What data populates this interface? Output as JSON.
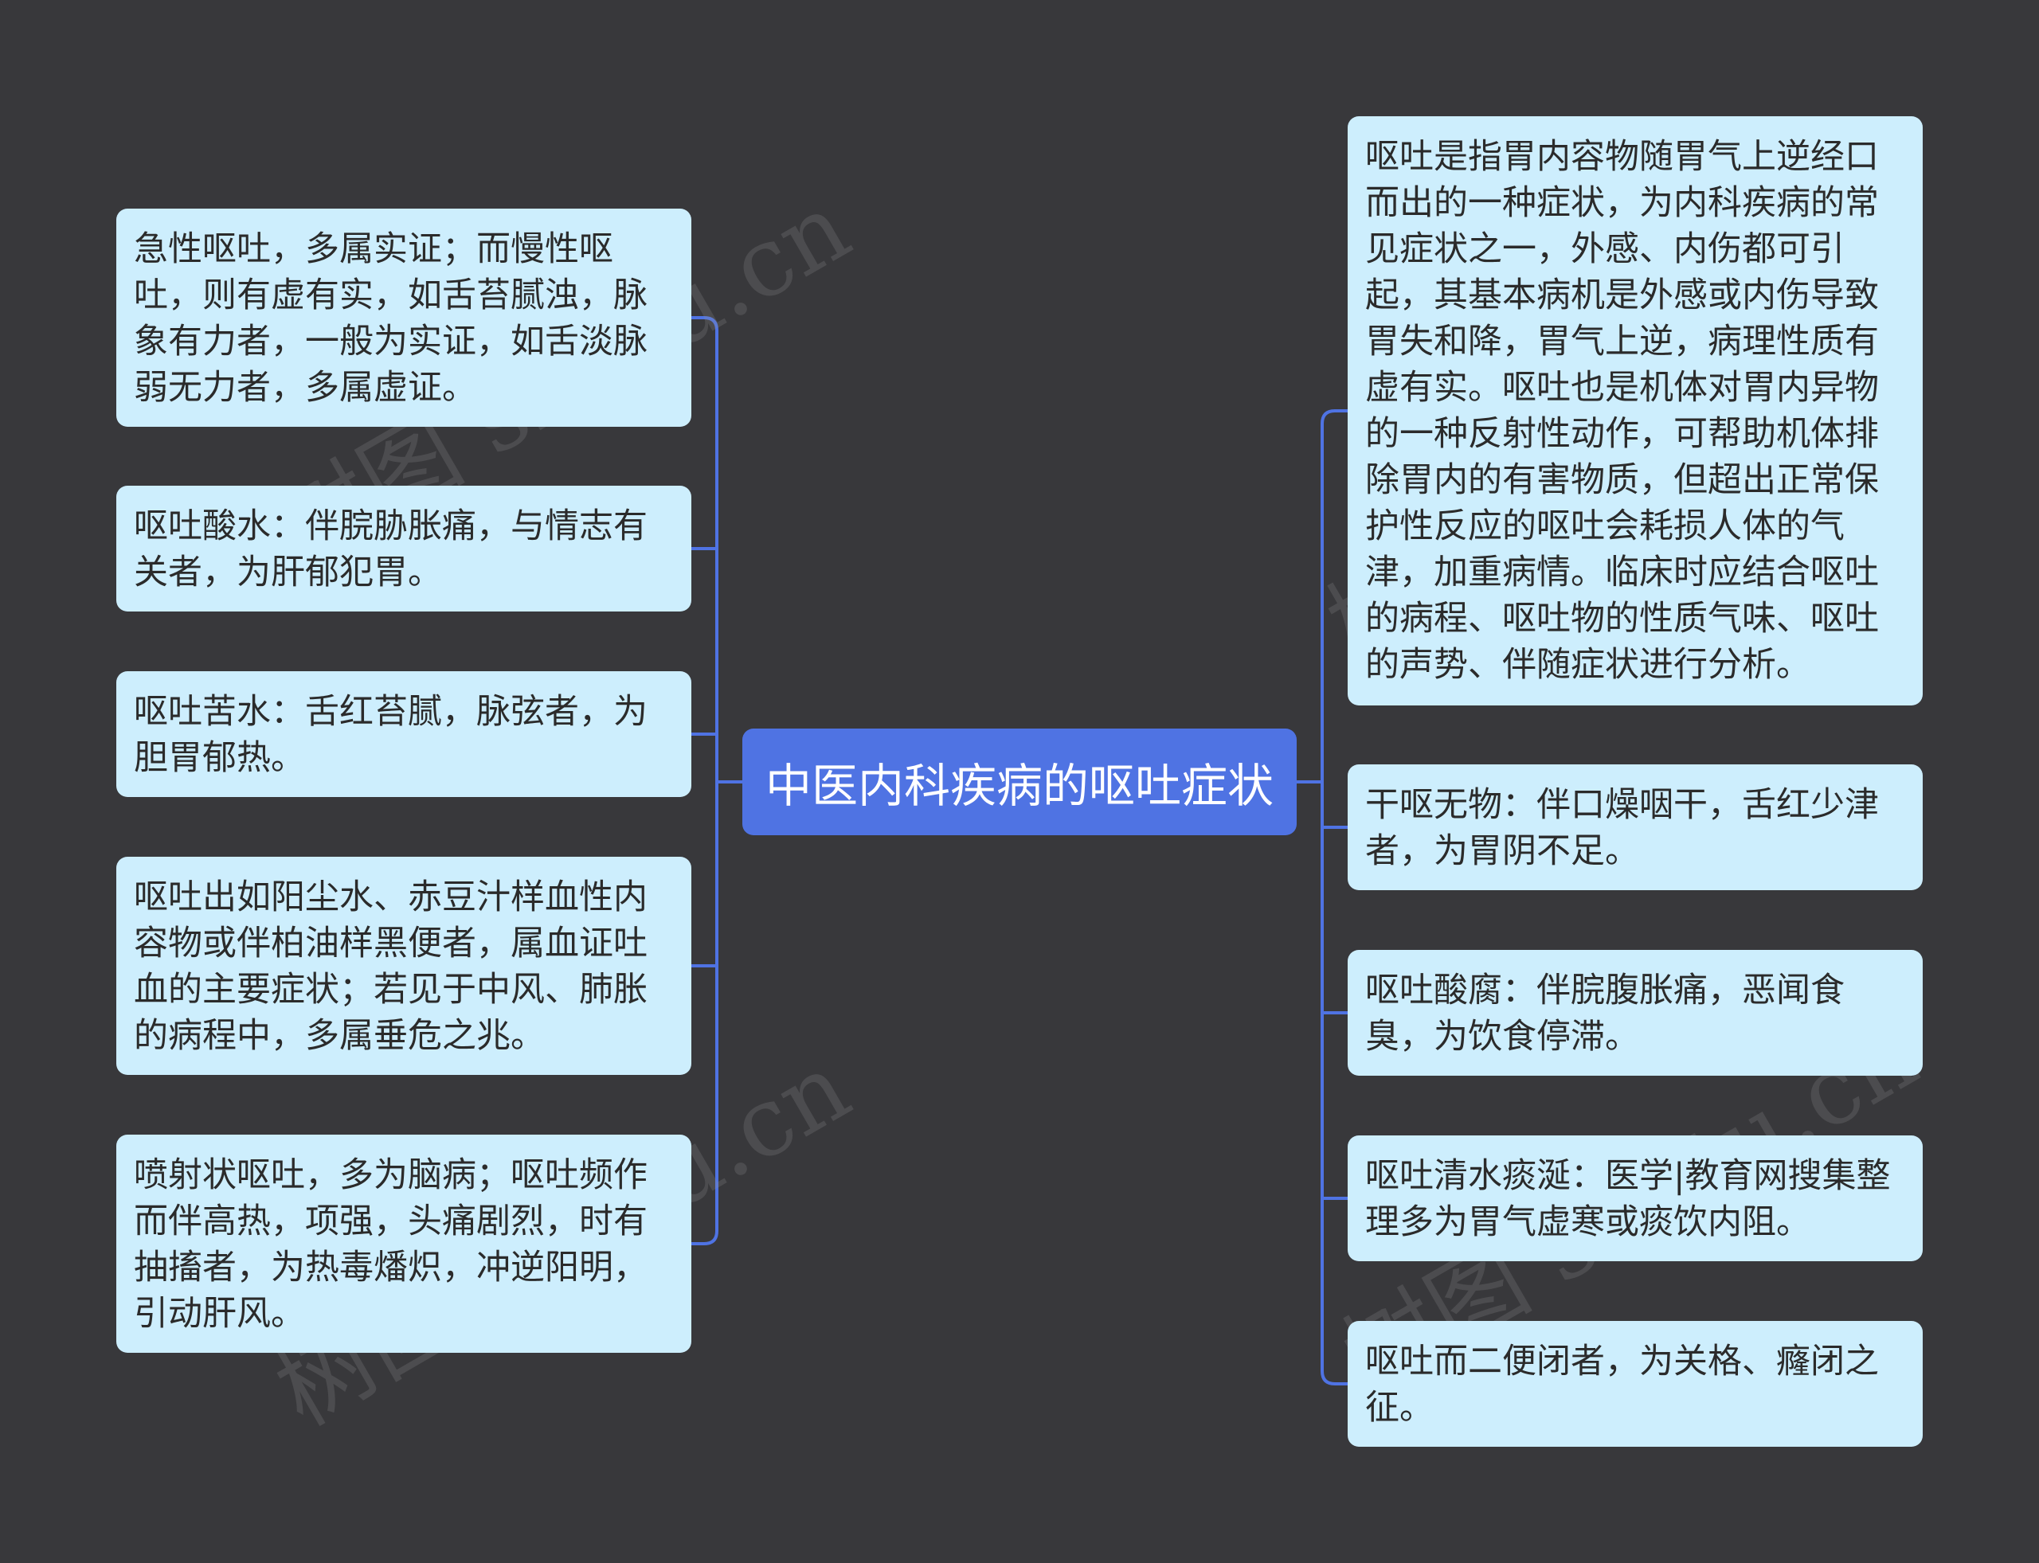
{
  "root": {
    "label": "中医内科疾病的呕吐症状"
  },
  "left_branches": [
    {
      "text": "急性呕吐，多属实证；而慢性呕吐，则有虚有实，如舌苔腻浊，脉象有力者，一般为实证，如舌淡脉弱无力者，多属虚证。"
    },
    {
      "text": "呕吐酸水：伴脘胁胀痛，与情志有关者，为肝郁犯胃。"
    },
    {
      "text": "呕吐苦水：舌红苔腻，脉弦者，为胆胃郁热。"
    },
    {
      "text": "呕吐出如阳尘水、赤豆汁样血性内容物或伴柏油样黑便者，属血证吐血的主要症状；若见于中风、肺胀的病程中，多属垂危之兆。"
    },
    {
      "text": "喷射状呕吐，多为脑病；呕吐频作而伴高热，项强，头痛剧烈，时有抽搐者，为热毒燔炽，冲逆阳明，引动肝风。"
    }
  ],
  "right_branches": [
    {
      "text": "呕吐是指胃内容物随胃气上逆经口而出的一种症状，为内科疾病的常见症状之一，外感、内伤都可引起，其基本病机是外感或内伤导致胃失和降，胃气上逆，病理性质有虚有实。呕吐也是机体对胃内异物的一种反射性动作，可帮助机体排除胃内的有害物质，但超出正常保护性反应的呕吐会耗损人体的气津，加重病情。临床时应结合呕吐的病程、呕吐物的性质气味、呕吐的声势、伴随症状进行分析。"
    },
    {
      "text": "干呕无物：伴口燥咽干，舌红少津者，为胃阴不足。"
    },
    {
      "text": "呕吐酸腐：伴脘腹胀痛，恶闻食臭，为饮食停滞。"
    },
    {
      "text": "呕吐清水痰涎：医学|教育网搜集整理多为胃气虚寒或痰饮内阻。"
    },
    {
      "text": "呕吐而二便闭者，为关格、癃闭之征。"
    }
  ],
  "watermark": {
    "text": "树图 shutu.cn"
  },
  "colors": {
    "background": "#38383b",
    "root_fill": "#4f73e3",
    "node_fill": "#cdeefd",
    "connector": "#4f73e3"
  }
}
